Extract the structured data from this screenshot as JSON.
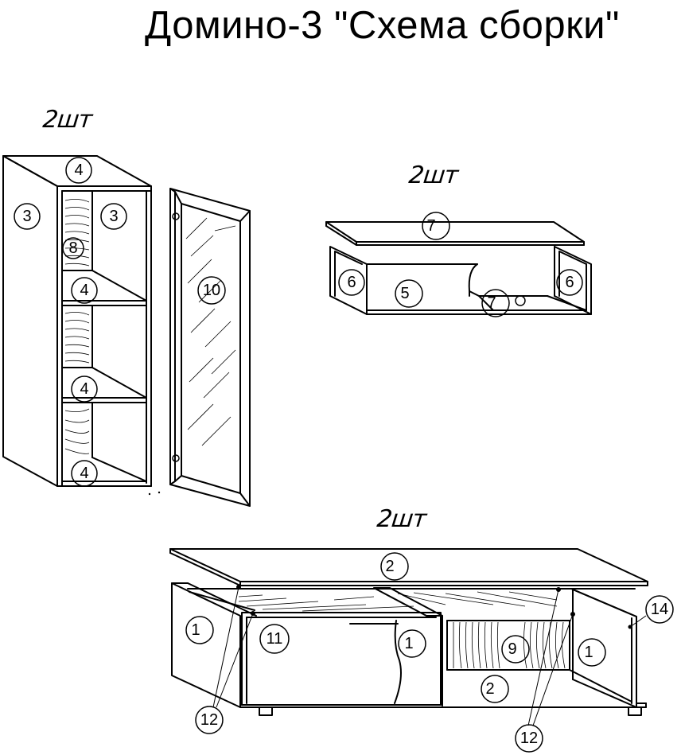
{
  "title": "Домино-3 \"Схема сборки\"",
  "quantity_labels": {
    "cabinet": "2шт",
    "shelf": "2шт",
    "tv_stand": "2шт"
  },
  "parts": {
    "cabinet_top": "4",
    "cabinet_side_left": "3",
    "cabinet_side_inner": "3",
    "cabinet_back": "8",
    "cabinet_shelf_1": "4",
    "cabinet_shelf_2": "4",
    "cabinet_bottom": "4",
    "cabinet_door": "10",
    "shelf_top": "7",
    "shelf_side_left": "6",
    "shelf_back": "5",
    "shelf_bottom": "7",
    "shelf_side_right": "6",
    "stand_top": "2",
    "stand_side_left": "1",
    "stand_door": "11",
    "stand_partition": "1",
    "stand_back": "9",
    "stand_side_right": "1",
    "stand_bottom": "2",
    "stand_leg": "14",
    "stand_fastener_left": "12",
    "stand_fastener_right": "12"
  }
}
